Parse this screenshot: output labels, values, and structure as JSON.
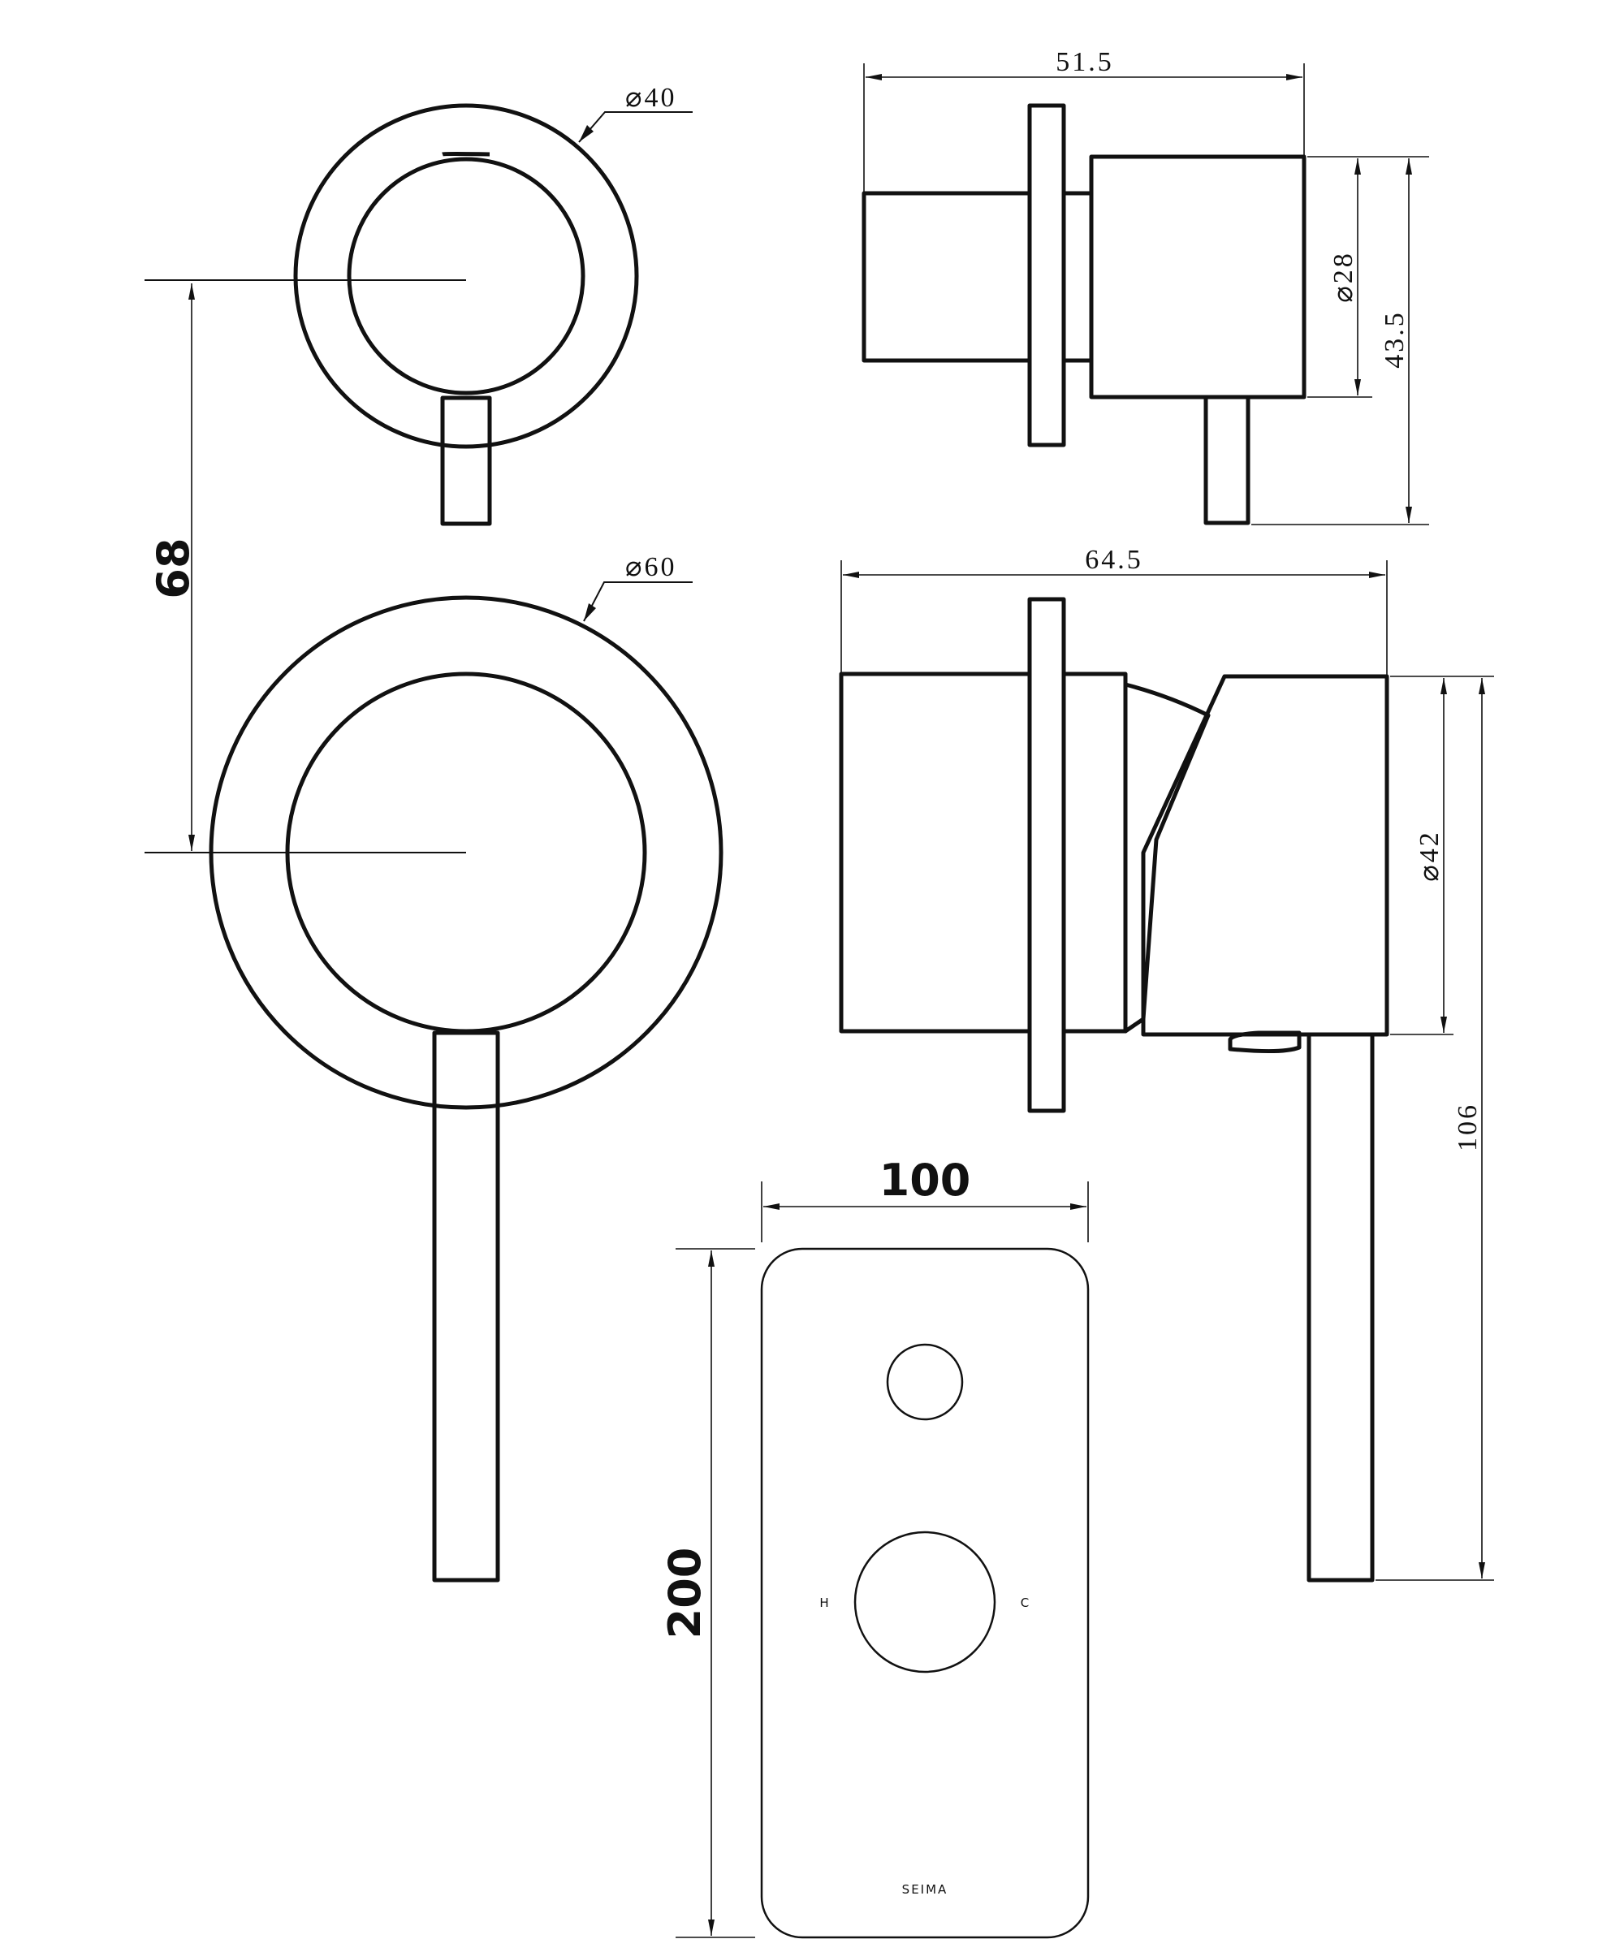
{
  "dimensions": {
    "top_small_rosette_dia": "⌀40",
    "large_rosette_dia": "⌀60",
    "top_total_width": "51.5",
    "top_body_dia": "⌀28",
    "top_total_height": "43.5",
    "bottom_total_width": "64.5",
    "bottom_body_dia": "⌀42",
    "bottom_total_height": "106",
    "center_spacing": "68",
    "plate_width": "100",
    "plate_height": "200"
  },
  "plate": {
    "hot_label": "H",
    "cold_label": "C",
    "brand": "SEIMA"
  }
}
